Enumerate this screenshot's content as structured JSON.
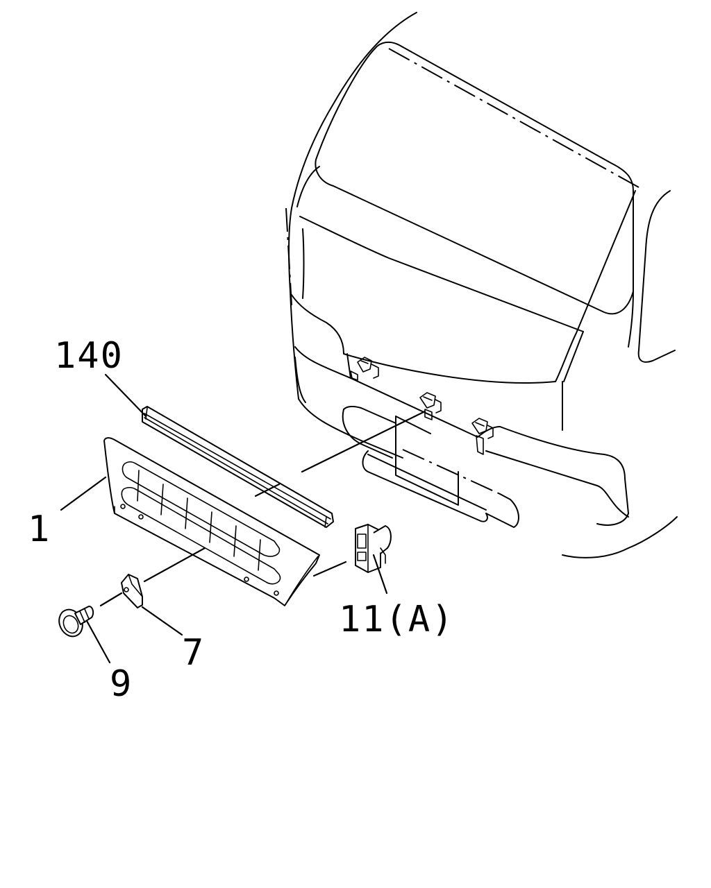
{
  "callouts": {
    "part_140": "140",
    "part_1": "1",
    "part_7": "7",
    "part_9": "9",
    "part_11a": "11(A)"
  }
}
